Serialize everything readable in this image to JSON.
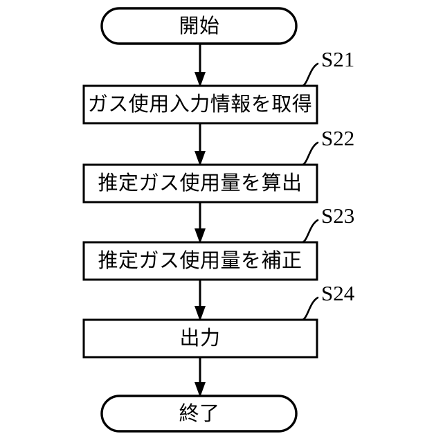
{
  "diagram": {
    "type": "flowchart",
    "orientation": "vertical",
    "language": "ja",
    "background_color": "#ffffff",
    "line_color": "#000000",
    "nodes": [
      {
        "id": "start",
        "shape": "stadium",
        "label": "開始",
        "step_label": ""
      },
      {
        "id": "s21",
        "shape": "rect",
        "label": "ガス使用入力情報を取得",
        "step_label": "S21"
      },
      {
        "id": "s22",
        "shape": "rect",
        "label": "推定ガス使用量を算出",
        "step_label": "S22"
      },
      {
        "id": "s23",
        "shape": "rect",
        "label": "推定ガス使用量を補正",
        "step_label": "S23"
      },
      {
        "id": "s24",
        "shape": "rect",
        "label": "出力",
        "step_label": "S24"
      },
      {
        "id": "end",
        "shape": "stadium",
        "label": "終了",
        "step_label": ""
      }
    ],
    "edges": [
      {
        "from": "start",
        "to": "s21",
        "arrow": "down"
      },
      {
        "from": "s21",
        "to": "s22",
        "arrow": "down"
      },
      {
        "from": "s22",
        "to": "s23",
        "arrow": "down"
      },
      {
        "from": "s23",
        "to": "s24",
        "arrow": "down"
      },
      {
        "from": "s24",
        "to": "end",
        "arrow": "down"
      }
    ]
  }
}
